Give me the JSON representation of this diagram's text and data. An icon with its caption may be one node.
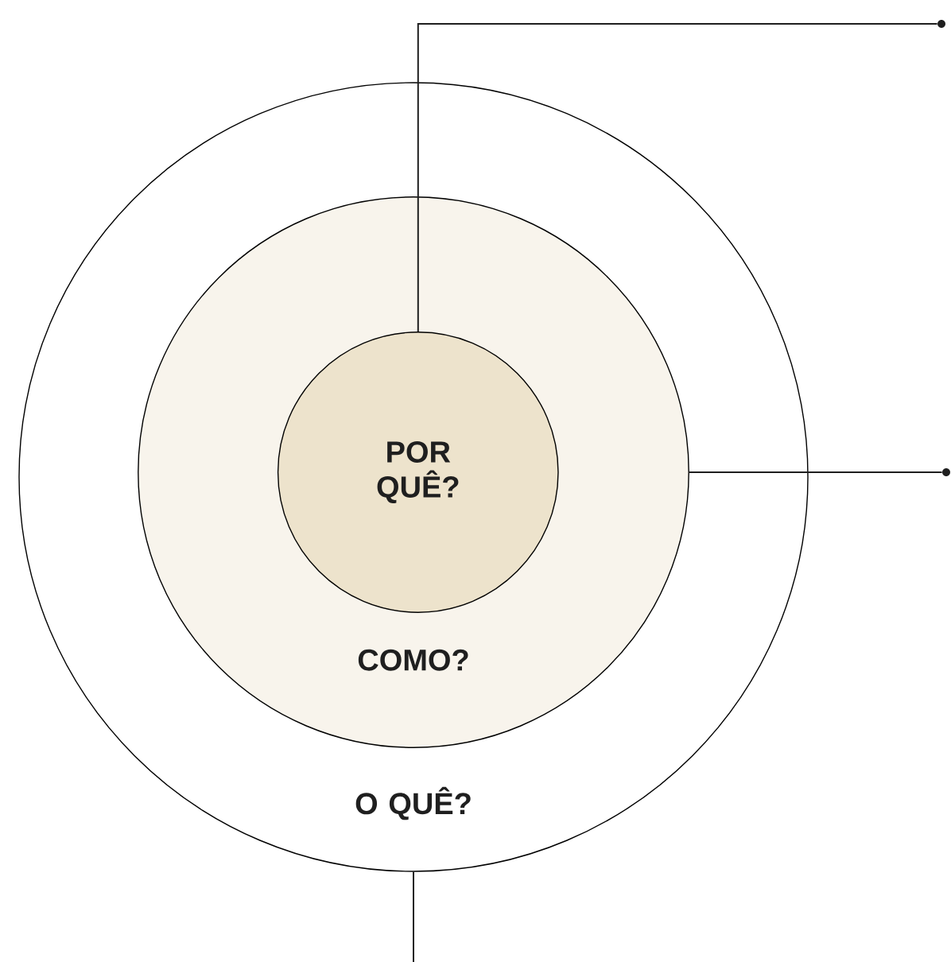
{
  "diagram": {
    "nodes": [
      {
        "text": [
          "O QUÊ?"
        ]
      },
      {
        "text": [
          "COMO?"
        ],
        "in": 0
      },
      {
        "text": [
          "POR QUÊ?"
        ],
        "in": 1
      },
      {
        "text": [],
        "shape": "circle"
      },
      {
        "text": [],
        "shape": "circle"
      }
    ],
    "edges": [
      {
        "from": 2,
        "to": 3,
        "arrow": "none"
      },
      {
        "from": 1,
        "to": 4,
        "arrow": "none"
      },
      {
        "from": 0,
        "to": null,
        "arrow": "none"
      }
    ]
  }
}
